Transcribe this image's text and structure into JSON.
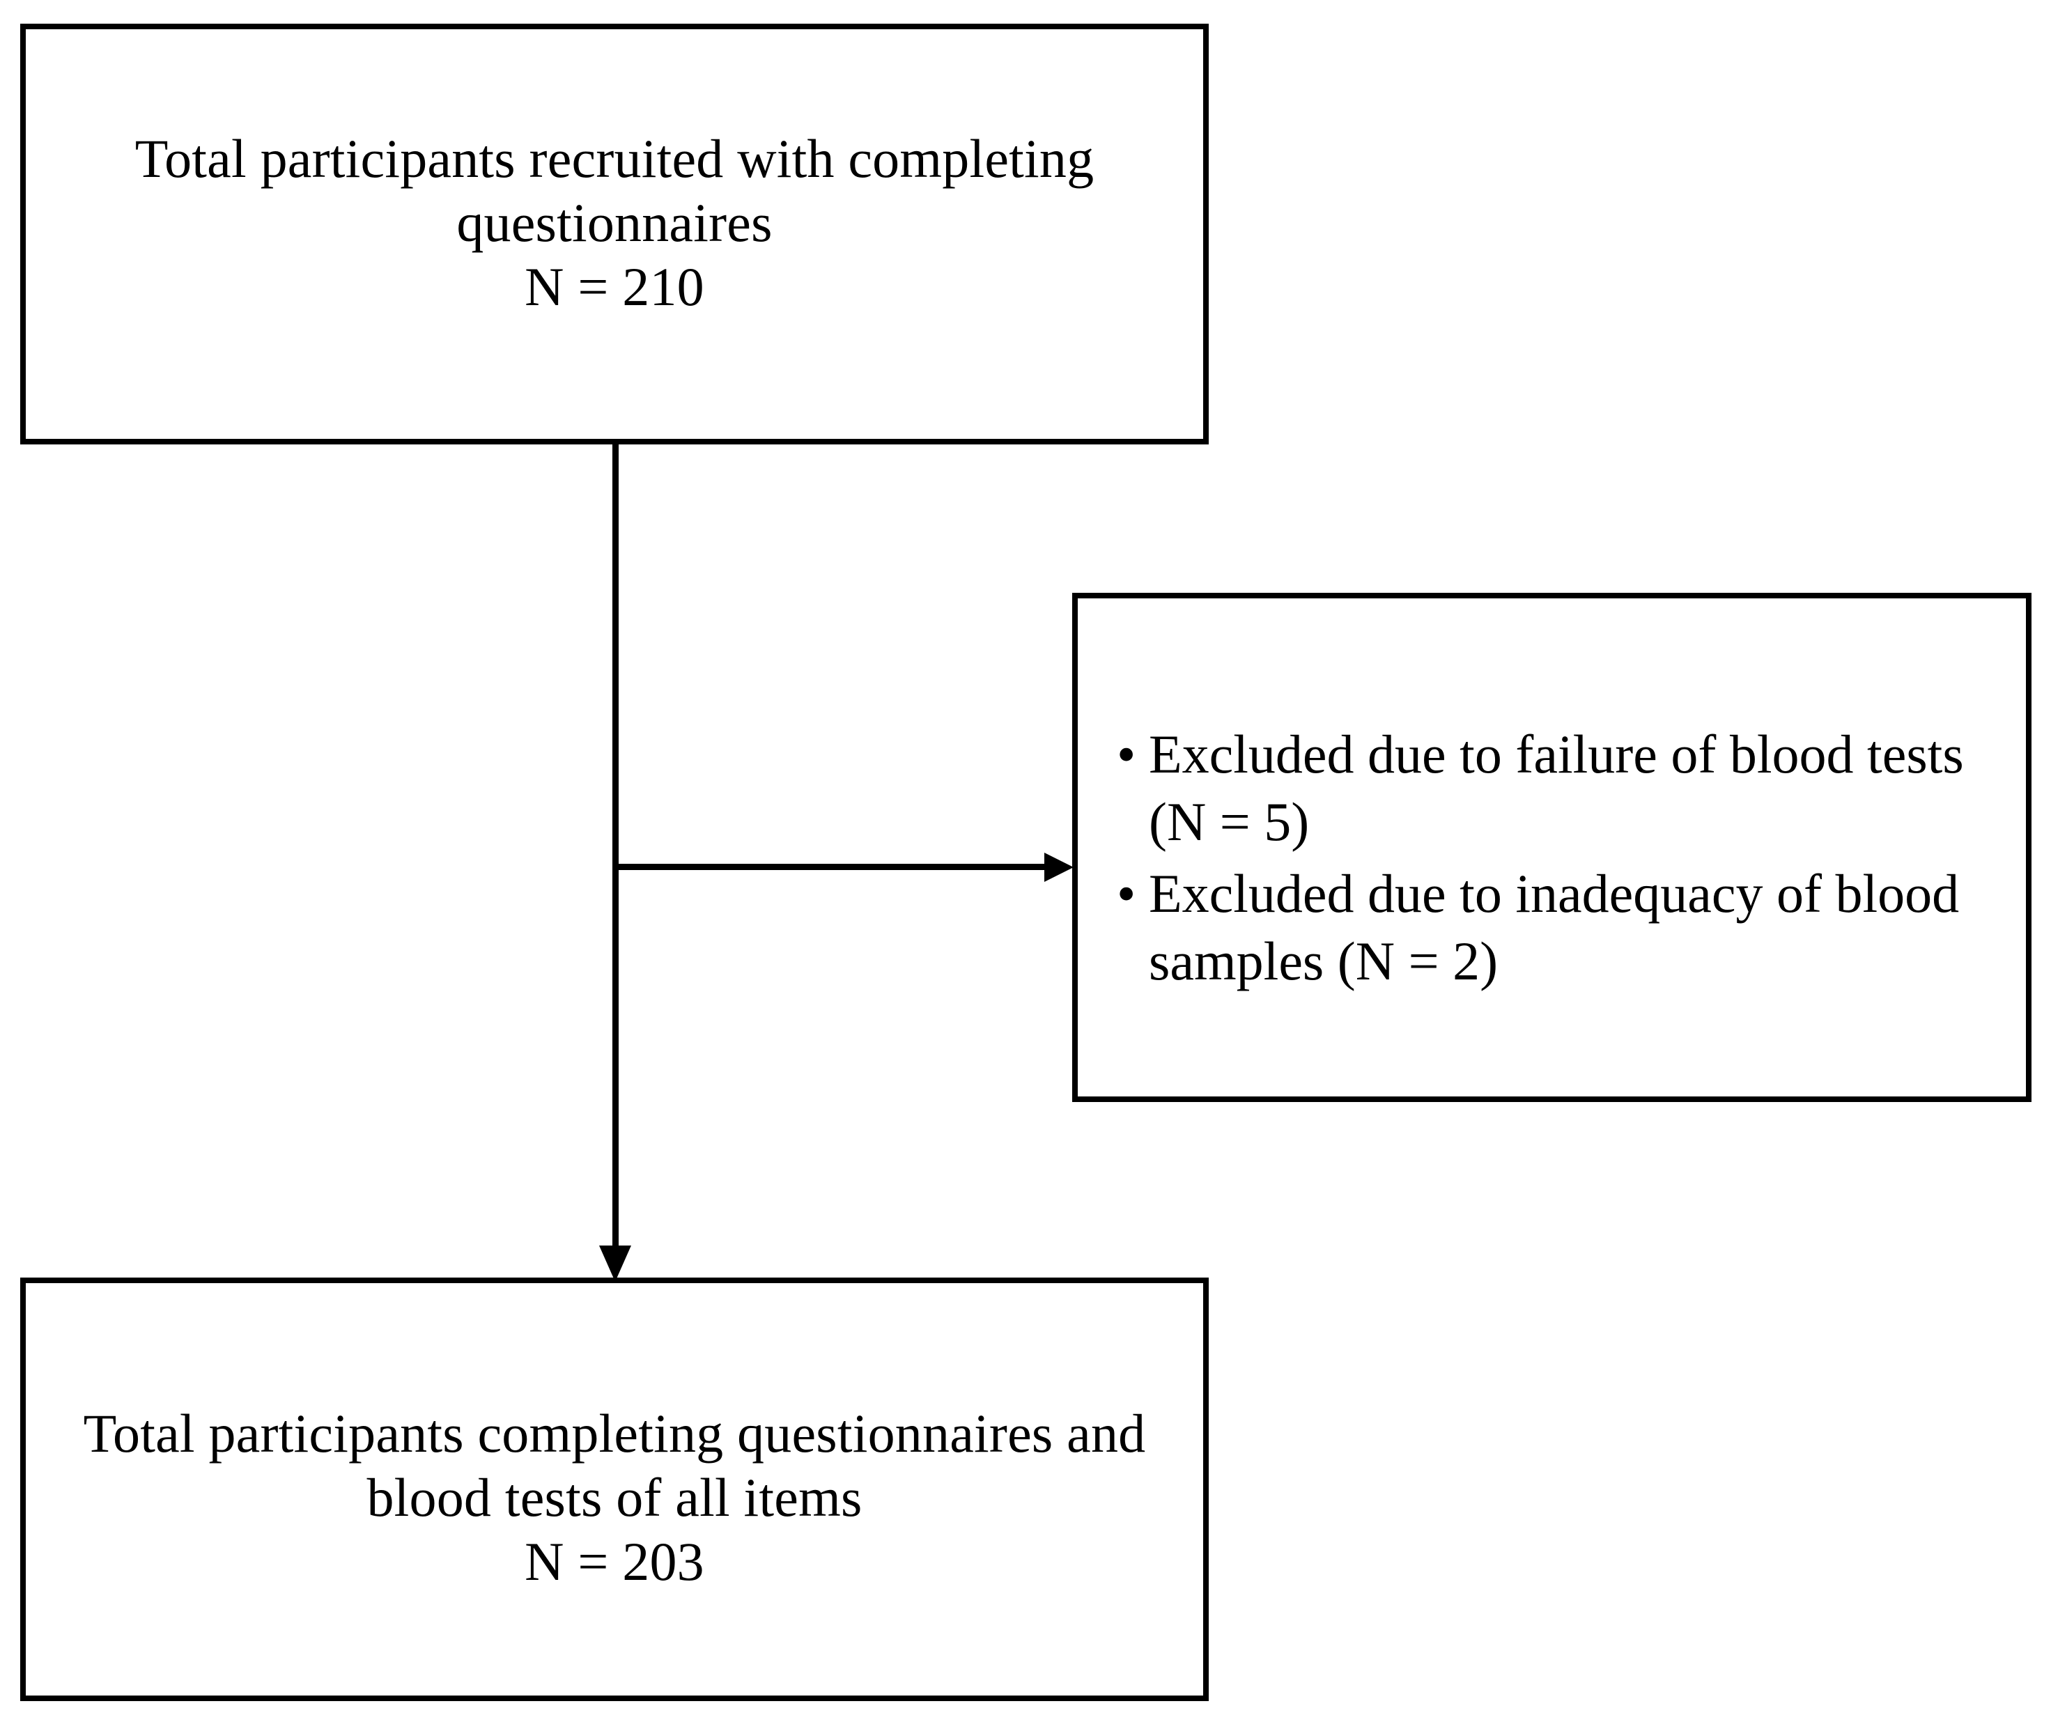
{
  "diagram": {
    "type": "participant-flow-diagram",
    "nodes": {
      "recruited": {
        "label": "Total participants recruited with completing\nquestionnaires\nN = 210",
        "line1": "Total participants recruited with completing",
        "line2": "questionnaires",
        "count_label": "N = 210",
        "count": 210
      },
      "excluded": {
        "bullets": [
          "Excluded due to failure of blood tests (N = 5)",
          "Excluded due to inadequacy of blood samples (N = 2)"
        ],
        "bullet_glyph": "•",
        "items": [
          {
            "reason": "Excluded due to failure of blood tests",
            "count_label": "(N = 5)",
            "count": 5
          },
          {
            "reason": "Excluded due to inadequacy of blood samples",
            "count_label": "(N = 2)",
            "count": 2
          }
        ]
      },
      "final": {
        "label": "Total participants completing questionnaires and\nblood tests of all items\nN = 203",
        "line1": "Total participants completing questionnaires and",
        "line2": "blood tests of all items",
        "count_label": "N = 203",
        "count": 203
      }
    },
    "edges": [
      {
        "from": "recruited",
        "to": "excluded",
        "direction": "right",
        "marker": "arrow"
      },
      {
        "from": "recruited",
        "to": "final",
        "direction": "down",
        "marker": "arrow"
      }
    ],
    "colors": {
      "stroke": "#000000",
      "fill": "#ffffff",
      "text": "#000000"
    }
  }
}
